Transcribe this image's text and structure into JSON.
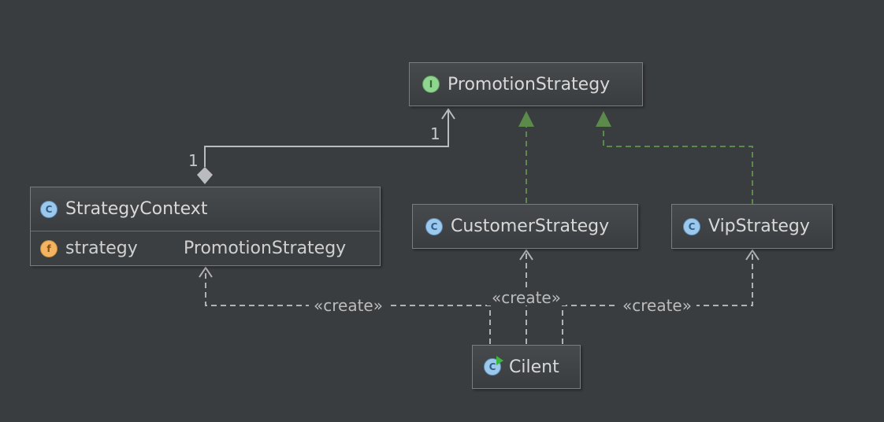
{
  "classes": {
    "promotion_strategy": {
      "name": "PromotionStrategy",
      "badge": "I",
      "kind": "interface"
    },
    "strategy_context": {
      "name": "StrategyContext",
      "badge": "C",
      "kind": "class",
      "field": {
        "badge": "f",
        "name": "strategy",
        "type": "PromotionStrategy"
      }
    },
    "customer_strategy": {
      "name": "CustomerStrategy",
      "badge": "C",
      "kind": "class"
    },
    "vip_strategy": {
      "name": "VipStrategy",
      "badge": "C",
      "kind": "class"
    },
    "cilent": {
      "name": "Cilent",
      "badge": "C",
      "kind": "class",
      "runnable": true
    }
  },
  "edges": {
    "aggregation": {
      "source_multiplicity": "1",
      "target_multiplicity": "1"
    },
    "create_label_left": "«create»",
    "create_label_center": "«create»",
    "create_label_right": "«create»"
  },
  "colors": {
    "background": "#3a3d40",
    "association_line": "#b9bbbd",
    "realization_line": "#5c8a4a",
    "dependency_line": "#b0b2b4",
    "badge_class": "#9cc8ec",
    "badge_interface": "#8fd48f",
    "badge_field": "#f2b463"
  }
}
